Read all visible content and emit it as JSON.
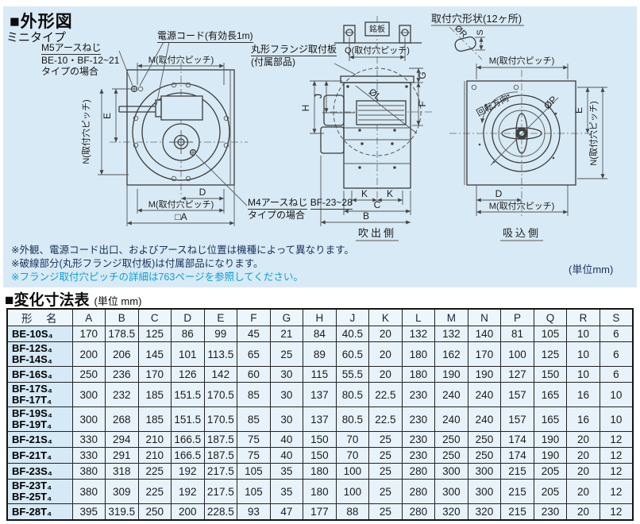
{
  "page": {
    "title": "■外形図",
    "subtitle": "ミニタイプ",
    "unit_note": "(単位mm)"
  },
  "annotations": {
    "power_cord": "電源コード(有効長1m)",
    "m5_line1": "M5アースねじ",
    "m5_line2": "BE-10・BF-12~21",
    "m5_line3": "タイプの場合",
    "m4_line1": "M4アースねじ",
    "m4_line2": "BF-23~28",
    "m4_line3": "タイプの場合",
    "flange_line1": "丸形フランジ取付板",
    "flange_line2": "(付属部品)",
    "nameplate": "銘板",
    "hole_shape_title": "取付穴形状(12ヶ所)",
    "rotation": "回転方向",
    "blow_side": "吹出側",
    "suction_side": "吸込側"
  },
  "dims": {
    "A": "□A",
    "B": "B",
    "C": "C",
    "D": "D",
    "E": "E",
    "F": "F",
    "G": "G",
    "H": "H",
    "J": "J",
    "K": "K",
    "L": "ØL",
    "M": "M(取付穴ピッチ)",
    "N": "N(取付穴ピッチ)",
    "P": "ØP",
    "Q": "Q(取付穴ピッチ)",
    "R": "ØR",
    "S": "S"
  },
  "notes": {
    "line1": "※外観、電源コード出口、およびアースねじ位置は機種によって異なります。",
    "line2": "※破線部分(丸形フランジ取付板)は付属部品になります。",
    "line3": "※フランジ取付穴ピッチの詳細は763ページを参照してください。"
  },
  "table_section": {
    "title": "■変化寸法表",
    "unit": "(単位 mm)"
  },
  "table": {
    "columns": [
      "形　名",
      "A",
      "B",
      "C",
      "D",
      "E",
      "F",
      "G",
      "H",
      "J",
      "K",
      "L",
      "M",
      "N",
      "P",
      "Q",
      "R",
      "S"
    ],
    "rows": [
      {
        "name": [
          "BE-10S₄"
        ],
        "values": [
          "170",
          "178.5",
          "125",
          "86",
          "99",
          "45",
          "21",
          "84",
          "40.5",
          "20",
          "132",
          "132",
          "140",
          "81",
          "105",
          "10",
          "6"
        ]
      },
      {
        "name": [
          "BF-12S₄",
          "BF-14S₄"
        ],
        "values": [
          "200",
          "206",
          "145",
          "101",
          "113.5",
          "65",
          "25",
          "89",
          "60.5",
          "20",
          "180",
          "162",
          "170",
          "100",
          "125",
          "10",
          "6"
        ]
      },
      {
        "name": [
          "BF-16S₄"
        ],
        "values": [
          "250",
          "236",
          "170",
          "126",
          "142",
          "60",
          "30",
          "115",
          "55.5",
          "20",
          "180",
          "190",
          "190",
          "127",
          "150",
          "10",
          "6"
        ]
      },
      {
        "name": [
          "BF-17S₄",
          "BF-17T₄"
        ],
        "values": [
          "300",
          "232",
          "185",
          "151.5",
          "170.5",
          "85",
          "30",
          "137",
          "80.5",
          "22.5",
          "230",
          "240",
          "240",
          "157",
          "165",
          "16",
          "10"
        ]
      },
      {
        "name": [
          "BF-19S₄",
          "BF-19T₄"
        ],
        "values": [
          "300",
          "268",
          "185",
          "151.5",
          "170.5",
          "85",
          "30",
          "137",
          "80.5",
          "22.5",
          "230",
          "240",
          "240",
          "157",
          "165",
          "16",
          "10"
        ]
      },
      {
        "name": [
          "BF-21S₄"
        ],
        "values": [
          "330",
          "294",
          "210",
          "166.5",
          "187.5",
          "75",
          "40",
          "150",
          "70",
          "25",
          "230",
          "250",
          "250",
          "174",
          "190",
          "20",
          "12"
        ]
      },
      {
        "name": [
          "BF-21T₄"
        ],
        "values": [
          "330",
          "291",
          "210",
          "166.5",
          "187.5",
          "75",
          "40",
          "150",
          "70",
          "25",
          "230",
          "250",
          "250",
          "174",
          "190",
          "20",
          "12"
        ]
      },
      {
        "name": [
          "BF-23S₄"
        ],
        "values": [
          "380",
          "318",
          "225",
          "192",
          "217.5",
          "105",
          "35",
          "180",
          "100",
          "25",
          "280",
          "300",
          "300",
          "215",
          "205",
          "20",
          "12"
        ]
      },
      {
        "name": [
          "BF-23T₄",
          "BF-25T₄"
        ],
        "values": [
          "380",
          "309",
          "225",
          "192",
          "217.5",
          "105",
          "35",
          "180",
          "100",
          "25",
          "280",
          "300",
          "300",
          "215",
          "205",
          "20",
          "12"
        ]
      },
      {
        "name": [
          "BF-28T₄"
        ],
        "values": [
          "395",
          "319.5",
          "250",
          "200",
          "228.5",
          "93",
          "47",
          "177",
          "88",
          "25",
          "280",
          "320",
          "320",
          "215",
          "230",
          "20",
          "12"
        ]
      }
    ]
  },
  "colors": {
    "panel_bg": "#d8eaf5",
    "cell_bg": "#e7f2fa",
    "model_cell_bg": "#d5e9f6",
    "header_cell_bg": "#edf6fc",
    "note_navy": "#16325c",
    "note_link_blue": "#0c9fdb"
  }
}
